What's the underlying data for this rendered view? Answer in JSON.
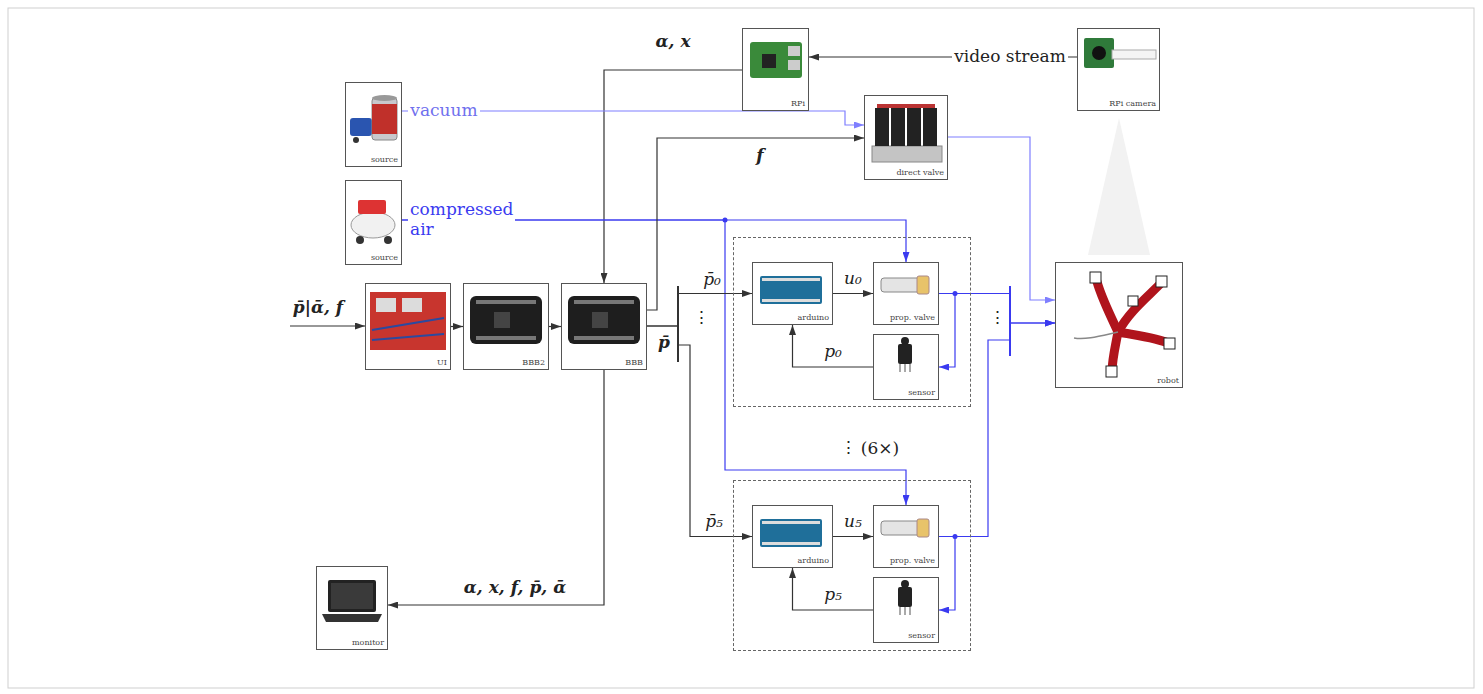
{
  "diagram": {
    "nodes": [
      {
        "text": [
          "source"
        ]
      },
      {
        "text": [
          "source"
        ]
      },
      {
        "text": [
          "RPi"
        ]
      },
      {
        "text": [
          "RPi camera"
        ]
      },
      {
        "text": [
          "direct valve"
        ]
      },
      {
        "text": [
          "UI"
        ]
      },
      {
        "text": [
          "BBB2"
        ]
      },
      {
        "text": [
          "BBB"
        ]
      },
      {
        "text": []
      },
      {
        "text": [
          "arduino"
        ],
        "in": 8
      },
      {
        "text": [
          "prop. valve"
        ],
        "in": 8
      },
      {
        "text": [
          "sensor"
        ],
        "in": 8
      },
      {
        "text": [
          "robot"
        ]
      },
      {
        "text": []
      },
      {
        "text": [
          "arduino"
        ],
        "in": 13
      },
      {
        "text": [
          "prop. valve"
        ],
        "in": 13
      },
      {
        "text": [
          "sensor"
        ],
        "in": 13
      },
      {
        "text": [
          "monitor"
        ]
      }
    ],
    "edges": [
      {
        "from": 3,
        "to": 2,
        "arrow": "to",
        "label": "video stream"
      },
      {
        "from": 2,
        "to": 7,
        "arrow": "to",
        "label": "α, x"
      },
      {
        "from": 0,
        "to": 4,
        "arrow": "to",
        "label": "vacuum"
      },
      {
        "from": 1,
        "to": 10,
        "arrow": "to",
        "label": "compressed air"
      },
      {
        "from": 1,
        "to": 15,
        "arrow": "to"
      },
      {
        "from": 7,
        "to": 4,
        "arrow": "to",
        "label": "f"
      },
      {
        "from": 5,
        "to": 6,
        "arrow": "to"
      },
      {
        "from": 6,
        "to": 7,
        "arrow": "to"
      },
      {
        "from": 7,
        "to": 9,
        "arrow": "to",
        "label": "p̄₀"
      },
      {
        "from": 7,
        "to": 14,
        "arrow": "to",
        "label": "p̄₅"
      },
      {
        "from": 9,
        "to": 10,
        "arrow": "to",
        "label": "u₀"
      },
      {
        "from": 11,
        "to": 9,
        "arrow": "to",
        "label": "p₀"
      },
      {
        "from": 10,
        "to": 11,
        "arrow": "to"
      },
      {
        "from": 10,
        "to": 12,
        "arrow": "to"
      },
      {
        "from": 15,
        "to": 12,
        "arrow": "to"
      },
      {
        "from": 4,
        "to": 12,
        "arrow": "to"
      },
      {
        "from": 14,
        "to": 15,
        "arrow": "to",
        "label": "u₅"
      },
      {
        "from": 16,
        "to": 14,
        "arrow": "to",
        "label": "p₅"
      },
      {
        "from": 15,
        "to": 16,
        "arrow": "to"
      },
      {
        "from": 7,
        "to": 17,
        "arrow": "to",
        "label": "α, x, f, p̄, ᾱ"
      }
    ],
    "labels": [
      "p̄|ᾱ, f",
      "p̄",
      "⋮",
      "⋮",
      "⋮",
      "(6×)"
    ]
  }
}
